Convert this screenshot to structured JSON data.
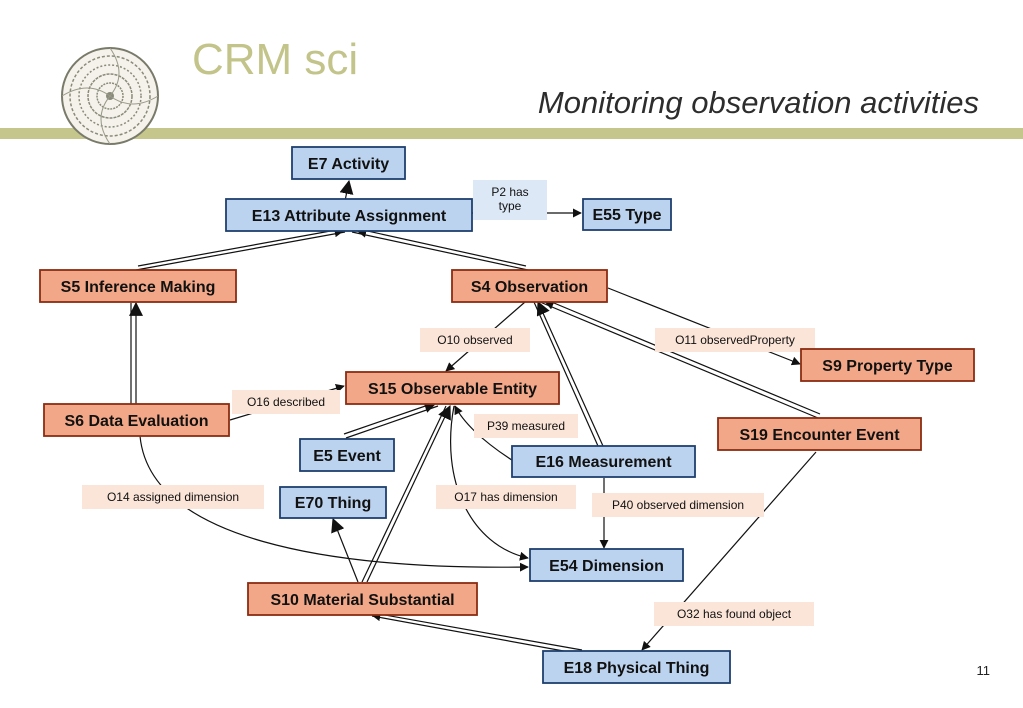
{
  "header": {
    "title": "CRM sci",
    "subtitle": "Monitoring observation activities",
    "page_number": "11"
  },
  "colors": {
    "entity_fill": "#bcd3ef",
    "entity_border": "#1f3f6e",
    "sci_fill": "#f2a888",
    "sci_border": "#8a2b12",
    "label_fill": "#fbe5d8",
    "blue_label_fill": "#dde8f7",
    "accent_bar": "#c4c68c"
  },
  "nodes": {
    "e7": "E7 Activity",
    "e13": "E13 Attribute Assignment",
    "e55": "E55 Type",
    "s5": "S5 Inference Making",
    "s4": "S4 Observation",
    "s9": "S9 Property Type",
    "s15": "S15 Observable Entity",
    "s6": "S6 Data Evaluation",
    "s19": "S19 Encounter Event",
    "e5": "E5 Event",
    "e16": "E16 Measurement",
    "e70": "E70 Thing",
    "e54": "E54 Dimension",
    "s10": "S10 Material Substantial",
    "e18": "E18 Physical Thing"
  },
  "edge_labels": {
    "p2_line1": "P2 has",
    "p2_line2": "type",
    "o10": "O10 observed",
    "o11": "O11 observedProperty",
    "o16": "O16 described",
    "p39": "P39 measured",
    "o14": "O14 assigned dimension",
    "o17": "O17 has dimension",
    "p40": "P40 observed dimension",
    "o32": "O32 has found object"
  }
}
